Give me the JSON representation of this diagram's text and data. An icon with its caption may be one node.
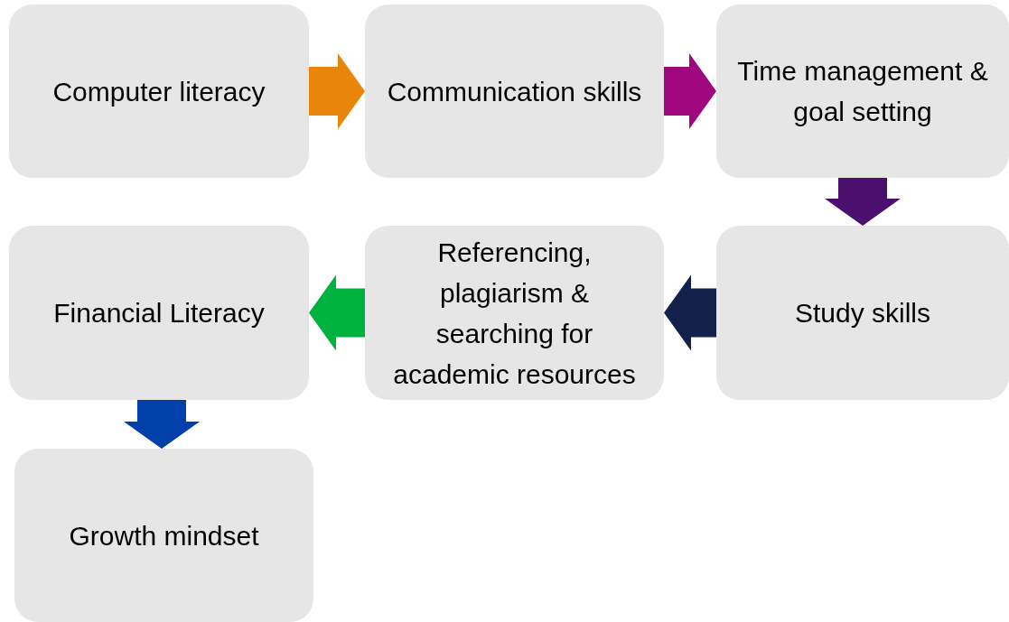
{
  "diagram": {
    "nodes": [
      {
        "text": [
          "Computer literacy"
        ]
      },
      {
        "text": [
          "Communication skills"
        ]
      },
      {
        "text": [
          "Time management & goal setting"
        ]
      },
      {
        "text": [
          "Study skills"
        ]
      },
      {
        "text": [
          "Referencing, plagiarism & searching for academic resources"
        ]
      },
      {
        "text": [
          "Financial Literacy"
        ]
      },
      {
        "text": [
          "Growth mindset"
        ]
      }
    ],
    "edges": [
      {
        "from": 0,
        "to": 1,
        "arrow": "to",
        "color": "#e8850a"
      },
      {
        "from": 1,
        "to": 2,
        "arrow": "to",
        "color": "#a0077f"
      },
      {
        "from": 2,
        "to": 3,
        "arrow": "to",
        "color": "#4b0f6e"
      },
      {
        "from": 3,
        "to": 4,
        "arrow": "to",
        "color": "#13204a"
      },
      {
        "from": 4,
        "to": 5,
        "arrow": "to",
        "color": "#00b140"
      },
      {
        "from": 5,
        "to": 6,
        "arrow": "to",
        "color": "#0040a8"
      }
    ]
  }
}
